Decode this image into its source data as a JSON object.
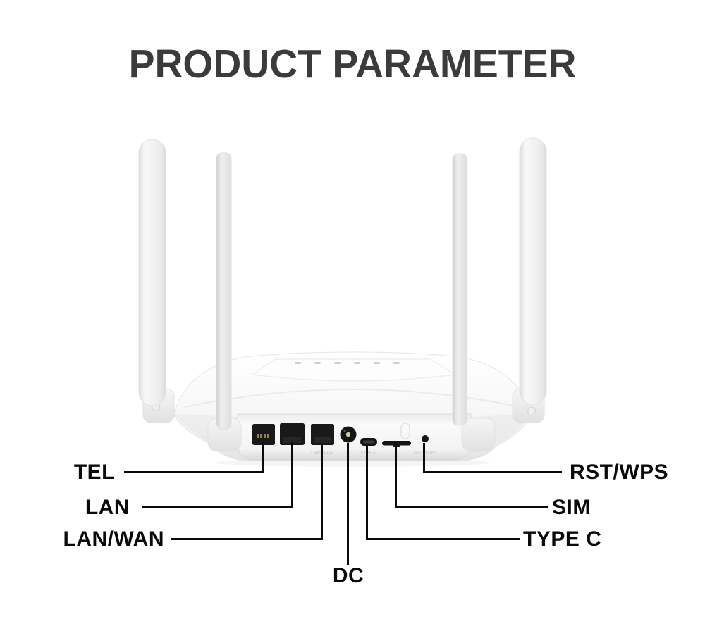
{
  "title": "PRODUCT PARAMETER",
  "device": {
    "antenna_count": 4,
    "led_count": 6,
    "panel_labels": {
      "lan_wan": "LAN/WAN",
      "dc": "DC",
      "type_c": "TYPE C",
      "rst_wps": "RST/WPS"
    }
  },
  "callouts": {
    "left": [
      {
        "label": "TEL"
      },
      {
        "label": "LAN"
      },
      {
        "label": "LAN/WAN"
      }
    ],
    "right": [
      {
        "label": "RST/WPS"
      },
      {
        "label": "SIM"
      },
      {
        "label": "TYPE C"
      }
    ],
    "bottom": [
      {
        "label": "DC"
      }
    ]
  },
  "colors": {
    "background": "#ffffff",
    "title_text": "#3b3b3b",
    "label_text": "#0a0a0a",
    "callout_line": "#0a0a0a",
    "device_body": "#f5f5f5",
    "port_black": "#161616"
  }
}
